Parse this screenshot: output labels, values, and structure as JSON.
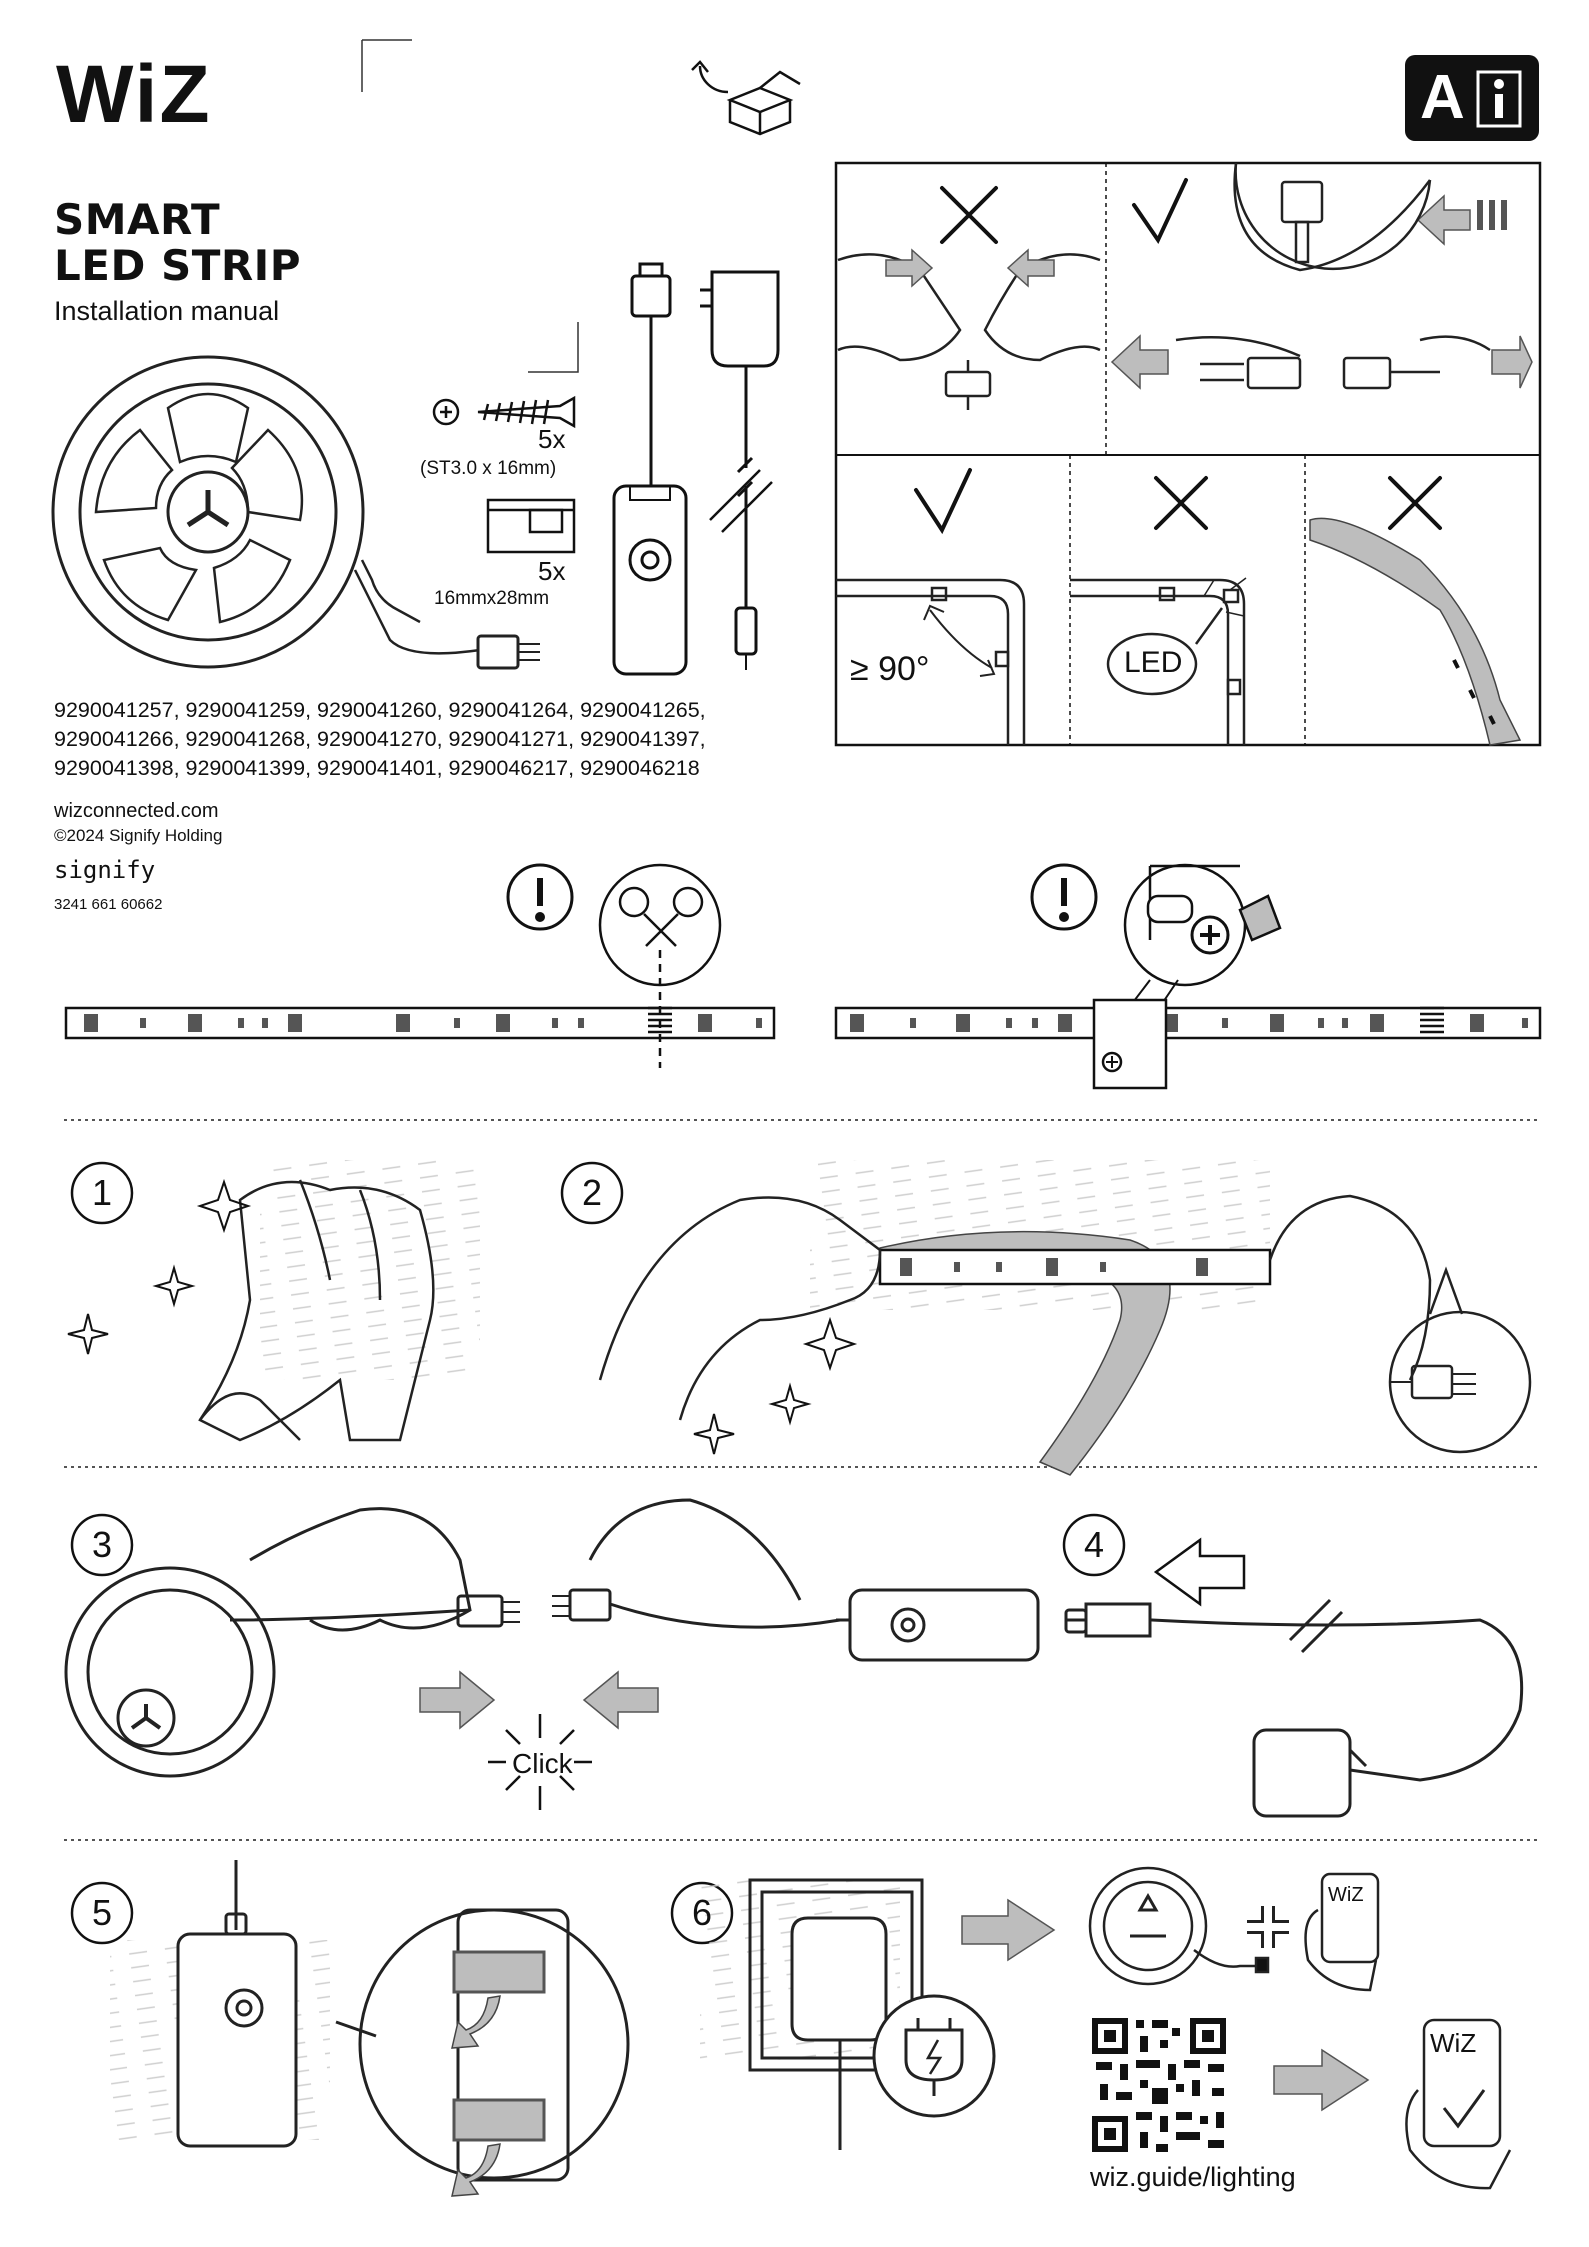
{
  "brand": {
    "logo": "WiZ",
    "company_logo": "signify"
  },
  "header": {
    "title_line1": "SMART",
    "title_line2": "LED STRIP",
    "subtitle": "Installation manual",
    "info_badge": "A"
  },
  "parts": {
    "screw_qty": "5x",
    "screw_size": "(ST3.0 x 16mm)",
    "clip_qty": "5x",
    "clip_size": "16mmx28mm"
  },
  "model_numbers": "9290041257, 9290041259, 9290041260, 9290041264, 9290041265, 9290041266, 9290041268, 9290041270, 9290041271, 9290041397, 9290041398, 9290041399, 9290041401, 9290046217, 9290046218",
  "footer_info": {
    "website": "wizconnected.com",
    "copyright": "©2024 Signify Holding",
    "doc_code": "3241 661 60662"
  },
  "tips": {
    "angle": "≥ 90°",
    "led": "LED"
  },
  "steps": [
    "1",
    "2",
    "3",
    "4",
    "5",
    "6"
  ],
  "click_label": "Click",
  "app_label": "WiZ",
  "qr_url": "wiz.guide/lighting",
  "icons": [
    "unbox-icon",
    "manual-info-icon",
    "cross-icon",
    "check-icon",
    "warning-icon",
    "scissors-icon",
    "screw-icon",
    "plug-icon",
    "qr-code"
  ]
}
